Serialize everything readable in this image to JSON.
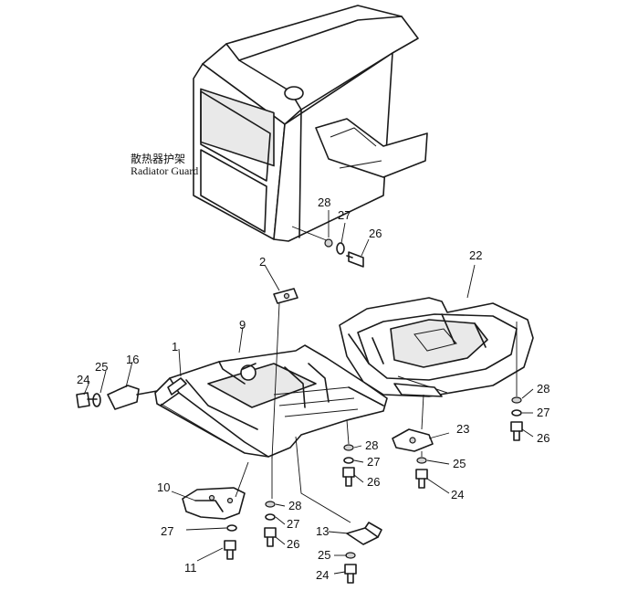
{
  "guard_label_cn": "散热器护架",
  "guard_label_en": "Radiator Guard",
  "callouts": [
    {
      "id": "c1",
      "text": "1"
    },
    {
      "id": "c2",
      "text": "2"
    },
    {
      "id": "c9",
      "text": "9"
    },
    {
      "id": "c10",
      "text": "10"
    },
    {
      "id": "c11",
      "text": "11"
    },
    {
      "id": "c13",
      "text": "13"
    },
    {
      "id": "c16",
      "text": "16"
    },
    {
      "id": "c22",
      "text": "22"
    },
    {
      "id": "c23",
      "text": "23"
    },
    {
      "id": "c24a",
      "text": "24"
    },
    {
      "id": "c24b",
      "text": "24"
    },
    {
      "id": "c24c",
      "text": "24"
    },
    {
      "id": "c25a",
      "text": "25"
    },
    {
      "id": "c25b",
      "text": "25"
    },
    {
      "id": "c25c",
      "text": "25"
    },
    {
      "id": "c26a",
      "text": "26"
    },
    {
      "id": "c26b",
      "text": "26"
    },
    {
      "id": "c26c",
      "text": "26"
    },
    {
      "id": "c26d",
      "text": "26"
    },
    {
      "id": "c27a",
      "text": "27"
    },
    {
      "id": "c27b",
      "text": "27"
    },
    {
      "id": "c27c",
      "text": "27"
    },
    {
      "id": "c27d",
      "text": "27"
    },
    {
      "id": "c27e",
      "text": "27"
    },
    {
      "id": "c28a",
      "text": "28"
    },
    {
      "id": "c28b",
      "text": "28"
    },
    {
      "id": "c28c",
      "text": "28"
    },
    {
      "id": "c28d",
      "text": "28"
    }
  ]
}
